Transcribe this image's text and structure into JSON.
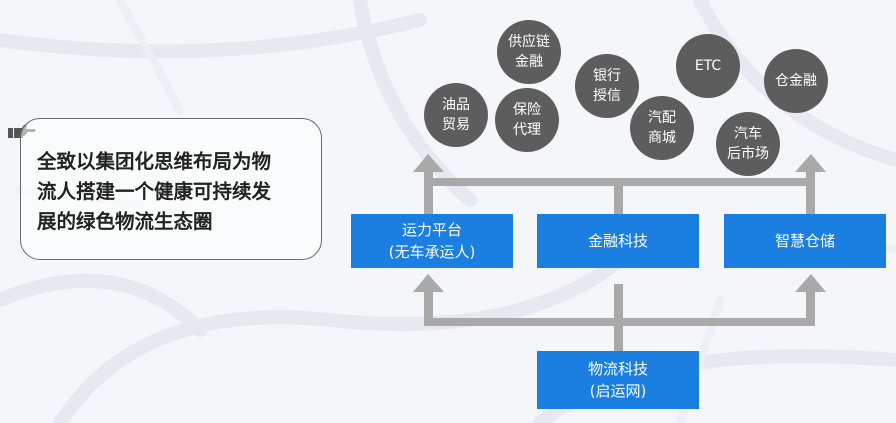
{
  "statement": {
    "text": "全致以集团化思维布局为物\n流人搭建一个健康可持续发\n展的绿色物流生态圈"
  },
  "bubbles": [
    {
      "line1": "供应链",
      "line2": "金融"
    },
    {
      "line1": "银行",
      "line2": "授信"
    },
    {
      "line1": "ETC",
      "line2": ""
    },
    {
      "line1": "仓金融",
      "line2": ""
    },
    {
      "line1": "油品",
      "line2": "贸易"
    },
    {
      "line1": "保险",
      "line2": "代理"
    },
    {
      "line1": "汽配",
      "line2": "商城"
    },
    {
      "line1": "汽车",
      "line2": "后市场"
    }
  ],
  "boxes": {
    "transport": {
      "line1": "运力平台",
      "line2": "(无车承运人)"
    },
    "fintech": {
      "line1": "金融科技"
    },
    "warehouse": {
      "line1": "智慧仓储"
    },
    "logistics": {
      "line1": "物流科技",
      "line2": "(启运网)"
    }
  },
  "colors": {
    "box": "#1a7fe0",
    "bubble": "#5d5d5d",
    "connector": "#a9a9a9",
    "background": "#f4f6f9"
  },
  "icons": {
    "pointer": "pointing-hand-icon"
  }
}
